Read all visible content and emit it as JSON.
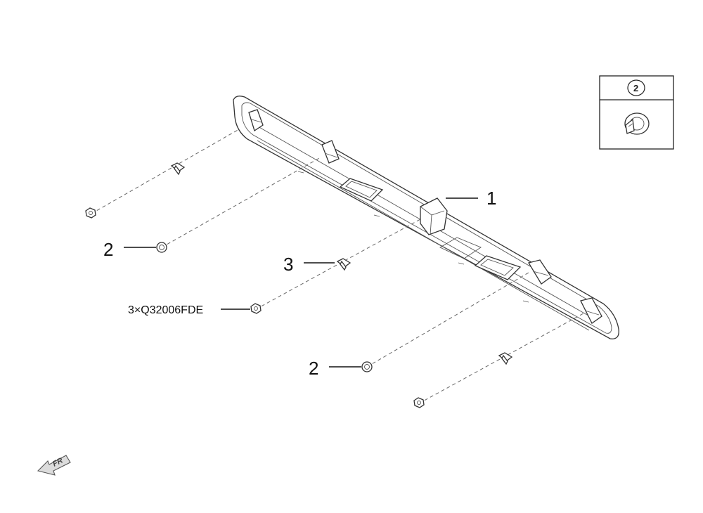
{
  "diagram": {
    "callouts": [
      {
        "id": "callout-1",
        "text": "1"
      },
      {
        "id": "callout-2-upper",
        "text": "2"
      },
      {
        "id": "callout-3",
        "text": "3"
      },
      {
        "id": "callout-2-lower",
        "text": "2"
      }
    ],
    "part_number_label": "3×Q32006FDE",
    "inset": {
      "label": "2"
    },
    "orientation_arrow": {
      "label": "FR"
    }
  }
}
